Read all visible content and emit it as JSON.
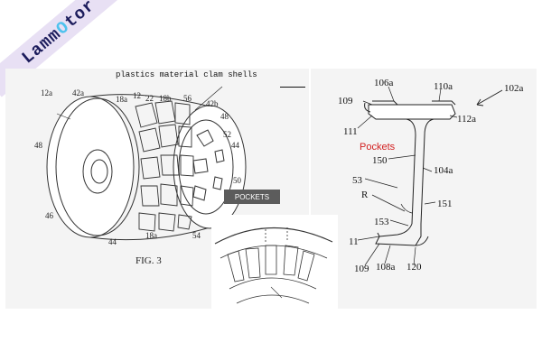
{
  "brand": {
    "part1": "Lamm",
    "part2": "O",
    "part3": "tor",
    "banner_color": "#e8e0f4",
    "text_color": "#1c1c5c",
    "accent_color": "#4fc2ee"
  },
  "figure": {
    "caption_top": "plastics material clam shells",
    "fig_label": "FIG. 3",
    "pockets_tag": "POCKETS",
    "pockets_tag_color": "#5c5c5c",
    "left_labels": {
      "l12a": "12a",
      "l42a": "42a",
      "l18a_top": "18a",
      "l12": "12",
      "l22": "22",
      "l18b": "18b",
      "l56": "56",
      "l42b": "42b",
      "l48_right": "48",
      "l52": "52",
      "l44_right": "44",
      "l50": "50",
      "l48_left": "48",
      "l46": "46",
      "l44_bottom": "44",
      "l18a_bottom": "18a",
      "l54": "54"
    },
    "right_labels": {
      "l106a": "106a",
      "l110a": "110a",
      "l102a": "102a",
      "l109_top": "109",
      "l112a": "112a",
      "l111": "111",
      "l150": "150",
      "l104a": "104a",
      "l53": "53",
      "l151": "151",
      "lR": "R",
      "l153": "153",
      "l11": "11",
      "l109_bottom": "109",
      "l108a": "108a",
      "l120": "120"
    },
    "pockets_red": "Pockets",
    "pockets_red_color": "#d21f1f"
  }
}
